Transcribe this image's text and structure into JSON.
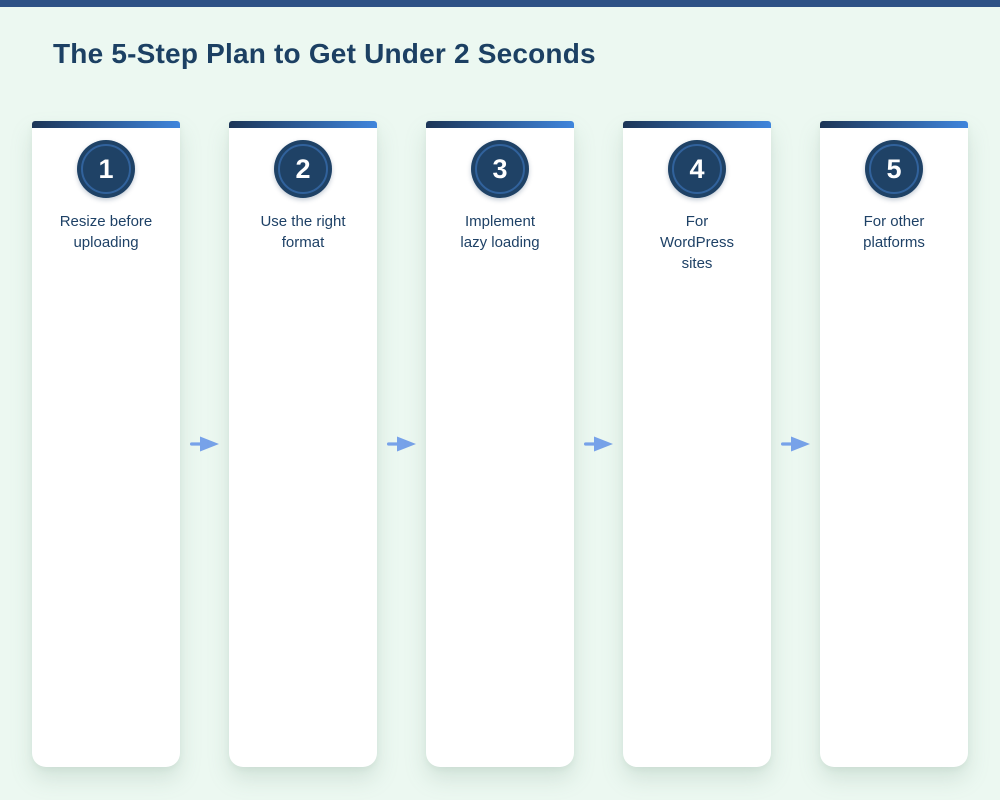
{
  "page": {
    "title": "The 5-Step Plan to Get Under 2 Seconds"
  },
  "colors": {
    "background": "#ecf8f1",
    "top_accent_bar": "#2e5286",
    "title_text": "#1c4063",
    "card_background": "#ffffff",
    "card_bar_gradient_start": "#1c3557",
    "card_bar_gradient_end": "#3f85dc",
    "badge_fill": "#1f4266",
    "badge_inner_ring": "#31629c",
    "badge_number_text": "#ffffff",
    "step_label_text": "#1e4166",
    "arrow": "#77a2e9"
  },
  "steps": [
    {
      "number": "1",
      "label": "Resize before\nuploading"
    },
    {
      "number": "2",
      "label": "Use the right\nformat"
    },
    {
      "number": "3",
      "label": "Implement\nlazy loading"
    },
    {
      "number": "4",
      "label": "For\nWordPress\nsites"
    },
    {
      "number": "5",
      "label": "For other\nplatforms"
    }
  ],
  "icons": {
    "between_steps": "right-arrow-icon"
  }
}
